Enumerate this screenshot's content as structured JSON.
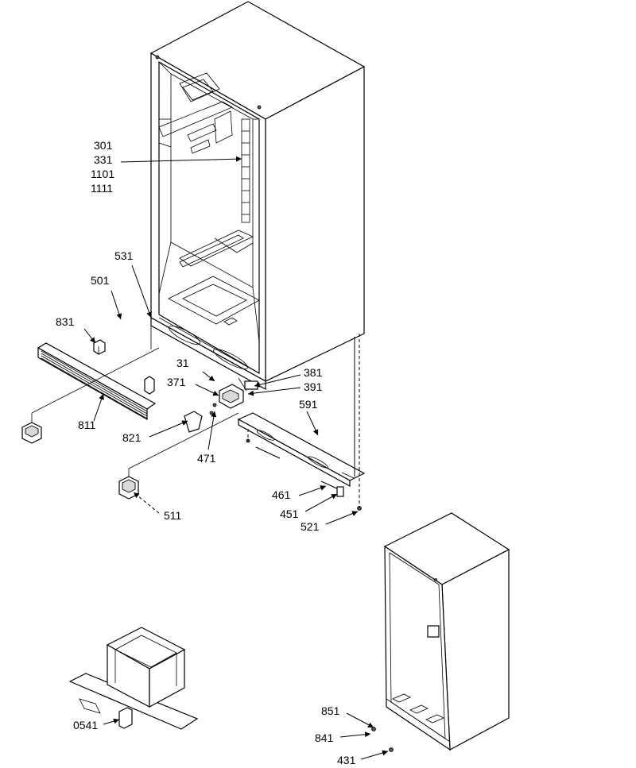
{
  "callouts": {
    "c301": "301",
    "c331": "331",
    "c1101": "1101",
    "c1111": "1111",
    "c531": "531",
    "c501": "501",
    "c831": "831",
    "c811": "811",
    "c31": "31",
    "c371": "371",
    "c381": "381",
    "c391": "391",
    "c591": "591",
    "c821": "821",
    "c471": "471",
    "c461": "461",
    "c451": "451",
    "c521": "521",
    "c511": "511",
    "c0541": "0541",
    "c851": "851",
    "c841": "841",
    "c431": "431"
  }
}
